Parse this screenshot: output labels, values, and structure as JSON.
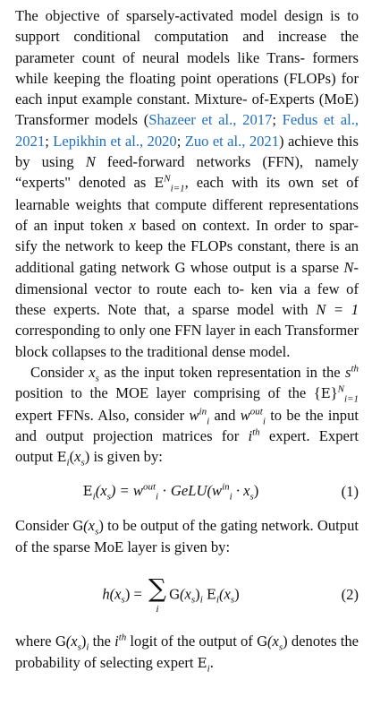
{
  "paragraph1": {
    "l1": "The objective of sparsely-activated model design",
    "l2": "is to support conditional computation and increase",
    "l3": "the parameter count of neural models like Trans-",
    "l4": "formers while keeping the floating point operations",
    "l5": "(FLOPs) for each input example constant. Mixture-",
    "l6a": "of-Experts (MoE) Transformer models (",
    "c1": "Shazeer",
    "c1b": "et al., 2017",
    "sep1": "; ",
    "c2": "Fedus et al., 2021",
    "sep2": "; ",
    "c3": "Lepikhin et al.,",
    "c3b": "2020",
    "sep3": "; ",
    "c4": "Zuo et al., 2021",
    "l8b": ") achieve this by using ",
    "N": "N",
    "l9": "feed-forward networks (FFN), namely “experts\"",
    "l10a": "denoted as ",
    "E": "E",
    "iN_sup": "N",
    "iN_sub": "i=1",
    "l10b": ", each with its own set of learnable",
    "l11": "weights that compute different representations of",
    "l12a": "an input token ",
    "x": "x",
    "l12b": " based on context. In order to spar-",
    "l13": "sify the network to keep the FLOPs constant, there",
    "l14a": "is an additional gating network ",
    "G": "G",
    "l14b": " whose output",
    "l15a": "is a sparse ",
    "l15b": "-dimensional vector to route each to-",
    "l16": "ken via a few of these experts. Note that, a sparse",
    "l17a": "model with ",
    "l17eq": "N = 1",
    "l17b": " corresponding to only one FFN",
    "l18": "layer in each Transformer block collapses to the",
    "l19": "traditional dense model."
  },
  "paragraph2": {
    "a1": "Consider ",
    "xs": "x",
    "s_sub": "s",
    "a2": " as the input token representation in",
    "b1": "the ",
    "s_sup": "s",
    "th": "th",
    "b2": " position to the MOE layer comprising of",
    "c1": "the {",
    "c2": "}",
    "c3": " expert FFNs. Also, consider ",
    "w": "w",
    "in": "in",
    "i": "i",
    "c4": " and",
    "out": "out",
    "d2": " to be the input and output projection matrices",
    "e1": "for ",
    "e2": " expert. Expert output ",
    "e3": "(",
    "e4": ") is given by:"
  },
  "equation1": {
    "lhs": "(x",
    "eq": ") = w",
    "dot": " · ",
    "gelu": "GeLU",
    "open": "(w",
    "mid": " · x",
    "close": ")",
    "number": "(1)"
  },
  "paragraph3": {
    "l1a": "Consider ",
    "l1b": "(x",
    "l1c": ") to be output of the gating network.",
    "l2": "Output of the sparse MoE layer is given by:"
  },
  "equation2": {
    "h": "h",
    "lhs": "(x",
    "eq": ") = ",
    "sum": "∑",
    "idx": "i",
    "g": "(x",
    "gi": ")",
    "e": "(x",
    "end": ")",
    "number": "(2)"
  },
  "paragraph4": {
    "l1a": "where ",
    "l1b": "(x",
    "l1c": ")",
    "l1d": " the ",
    "l1e": " logit of the output of ",
    "l1f": "(x",
    "l1g": ")",
    "l2a": "denotes the probability of selecting expert ",
    "l2b": "."
  }
}
